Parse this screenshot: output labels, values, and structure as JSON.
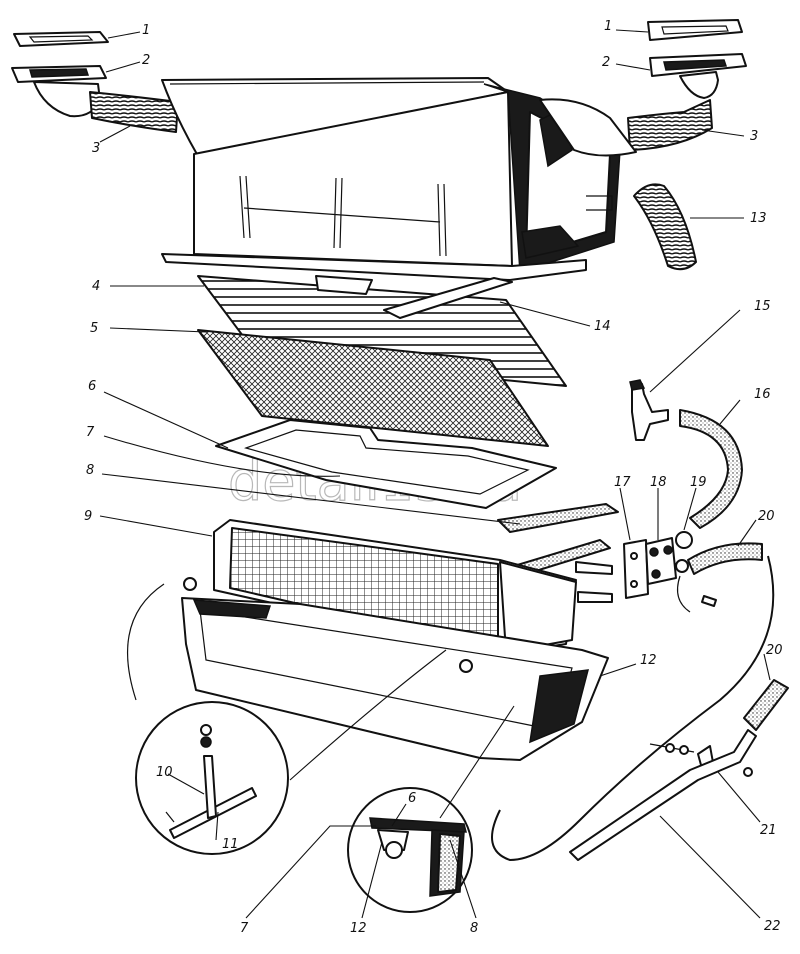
{
  "watermark": "detali15.ru",
  "labels": {
    "l1a": "1",
    "l1b": "1",
    "l2a": "2",
    "l2b": "2",
    "l3a": "3",
    "l3b": "3",
    "l4": "4",
    "l5": "5",
    "l6a": "6",
    "l6b": "6",
    "l7a": "7",
    "l7b": "7",
    "l8a": "8",
    "l8b": "8",
    "l9": "9",
    "l10": "10",
    "l11": "11",
    "l12a": "12",
    "l12b": "12",
    "l13": "13",
    "l14": "14",
    "l15": "15",
    "l16": "16",
    "l17": "17",
    "l18": "18",
    "l19": "19",
    "l20a": "20",
    "l20b": "20",
    "l21": "21",
    "l22": "22"
  }
}
